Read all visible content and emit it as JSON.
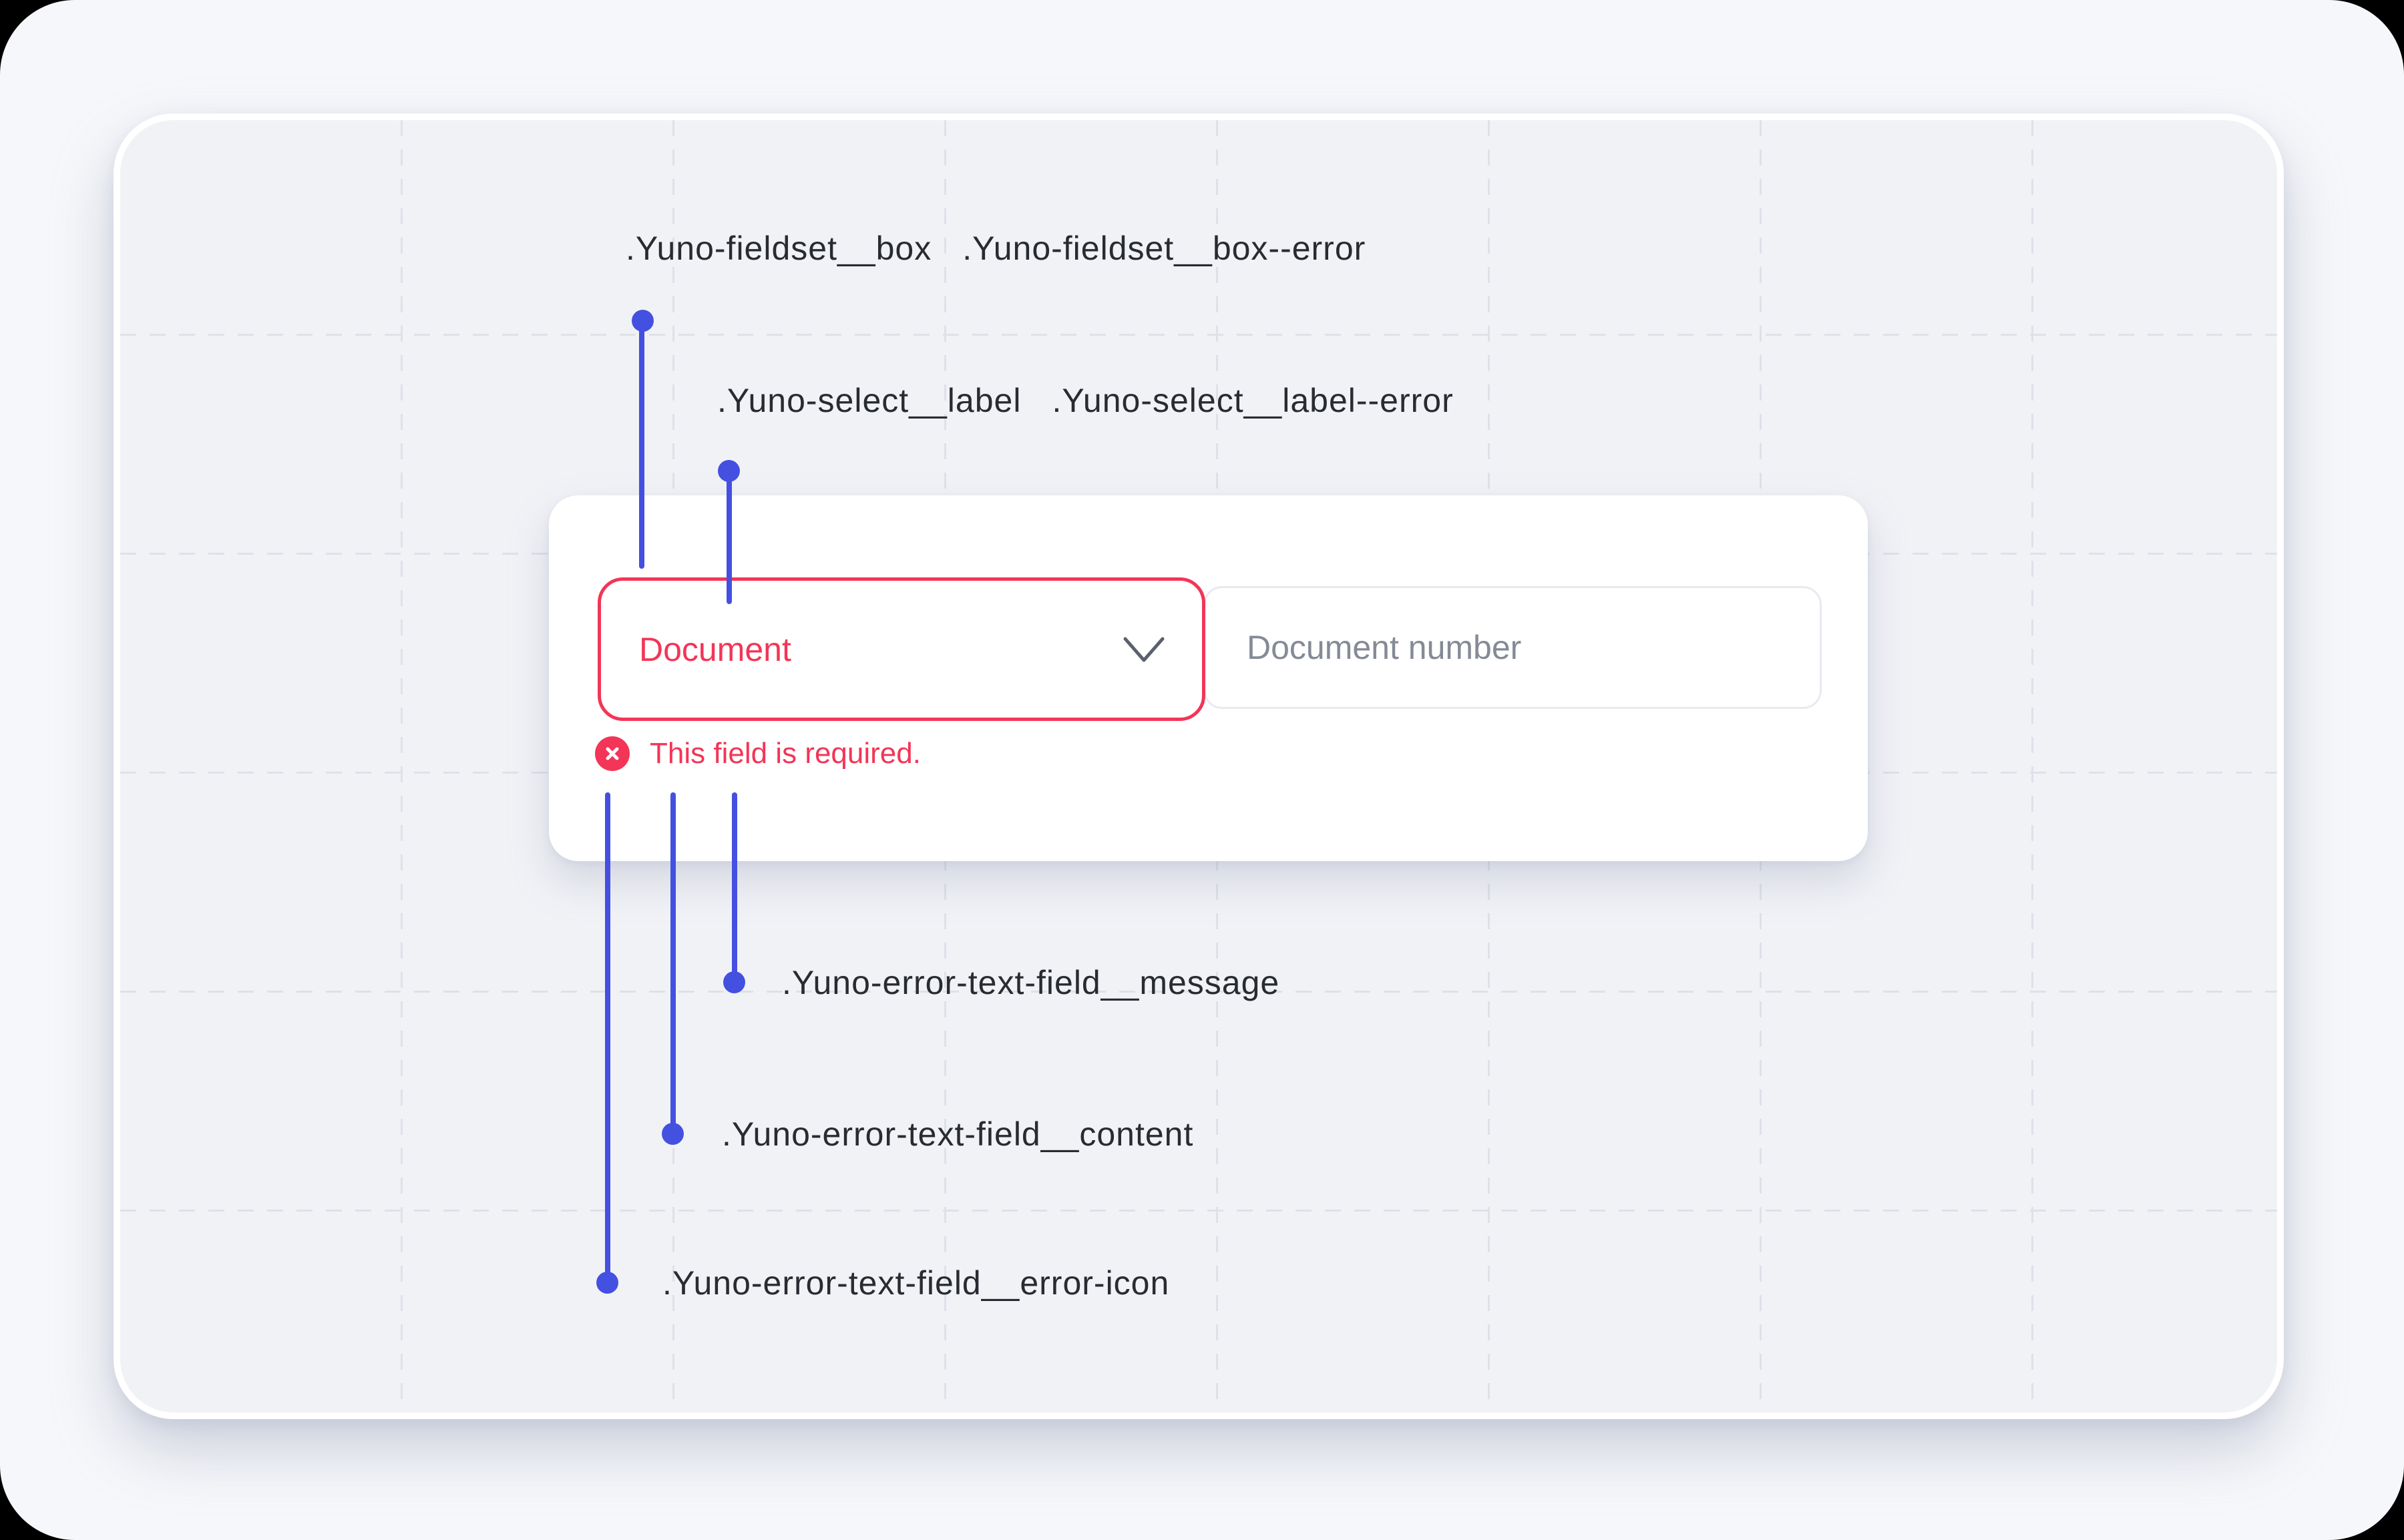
{
  "diagram": {
    "annotations": {
      "fieldset_box": {
        "primary": ".Yuno-fieldset__box",
        "modifier": ".Yuno-fieldset__box--error"
      },
      "select_label": {
        "primary": ".Yuno-select__label",
        "modifier": ".Yuno-select__label--error"
      },
      "message": ".Yuno-error-text-field__message",
      "content": ".Yuno-error-text-field__content",
      "error_icon": ".Yuno-error-text-field__error-icon"
    }
  },
  "form": {
    "select_value": "Document",
    "input_placeholder": "Document number",
    "error_message": "This field is required."
  },
  "colors": {
    "error": "#F33557",
    "connector": "#4450E0"
  }
}
